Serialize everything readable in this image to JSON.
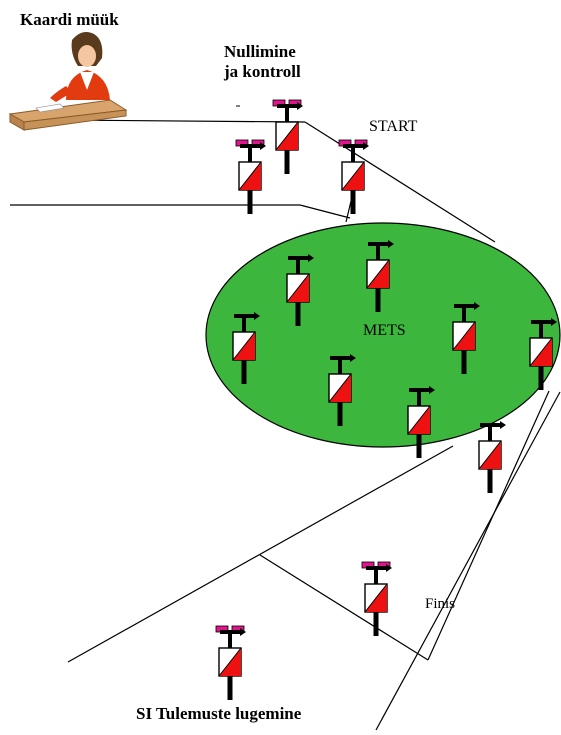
{
  "labels": {
    "top": "Kaardi müük",
    "zero": [
      "Nullimine",
      "ja kontroll"
    ],
    "start": "START",
    "forest": "METS",
    "finish": "Finis",
    "si_reading": "SI Tulemuste lugemine"
  },
  "colors": {
    "forest_fill": "#3cb63c",
    "flag_red": "#ee1111",
    "unit_pink": "#e0158c",
    "line": "#000000"
  },
  "icons": [
    "person-at-desk-icon",
    "control-flag-icon",
    "si-station-icon"
  ]
}
